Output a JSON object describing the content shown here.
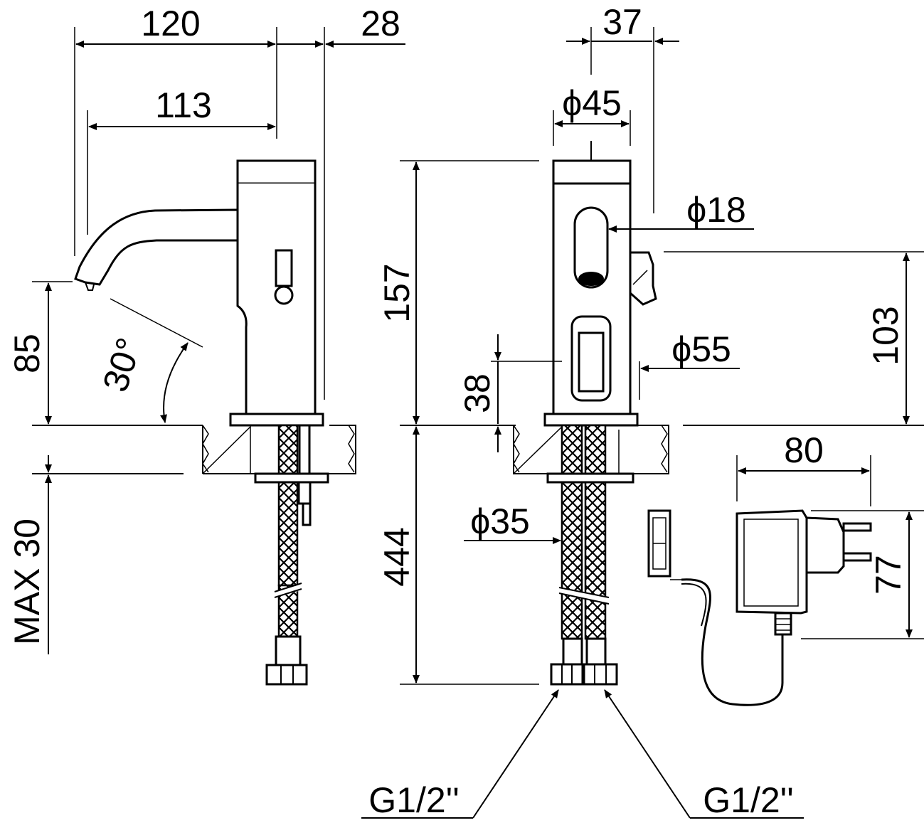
{
  "dimensions": {
    "spout_reach_total": "120",
    "body_depth": "28",
    "spout_reach": "113",
    "spout_height": "85",
    "spout_angle": "30°",
    "max_counter_thickness": "MAX 30",
    "sensor_offset": "37",
    "body_diameter": "ϕ45",
    "sensor_diameter": "ϕ18",
    "total_height": "157",
    "side_height": "103",
    "window_height": "38",
    "base_diameter": "ϕ55",
    "hose_length": "444",
    "hose_diameter": "ϕ35",
    "adapter_width": "80",
    "adapter_depth": "77"
  },
  "connections": {
    "left_thread": "G1/2''",
    "right_thread": "G1/2''"
  }
}
